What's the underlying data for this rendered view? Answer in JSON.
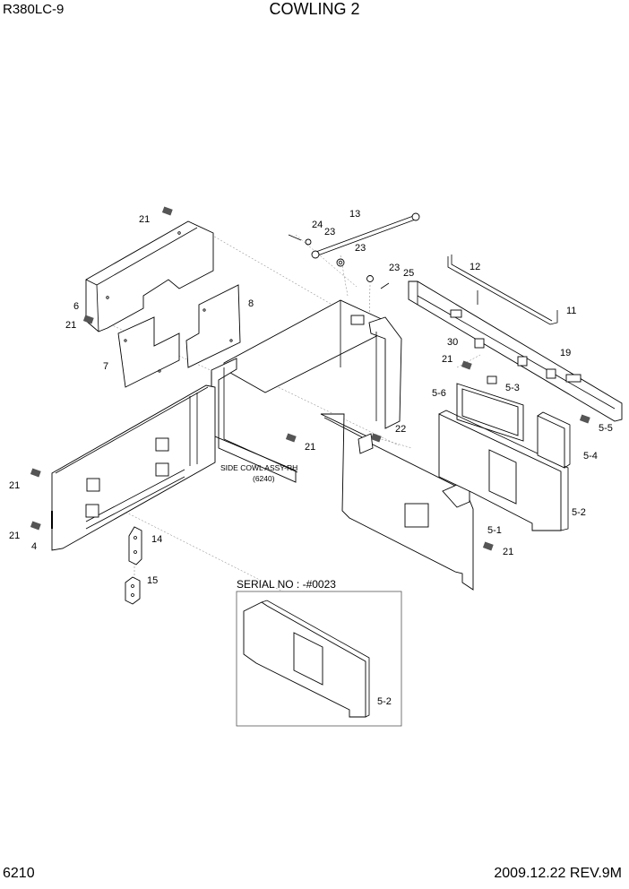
{
  "header": {
    "model": "R380LC-9",
    "title": "COWLING 2"
  },
  "footer": {
    "page": "6210",
    "revision": "2009.12.22 REV.9M"
  },
  "assembly_note": {
    "line1": "SIDE COWL ASSY-RH",
    "line2": "(6240)"
  },
  "serial_box": {
    "label": "SERIAL NO : -#0023",
    "part": "5-2"
  },
  "callouts": [
    "21",
    "6",
    "21",
    "7",
    "8",
    "13",
    "24",
    "23",
    "23",
    "23",
    "25",
    "12",
    "11",
    "30",
    "21",
    "19",
    "5-6",
    "5-3",
    "5-5",
    "5-4",
    "5-2",
    "5-1",
    "21",
    "22",
    "21",
    "21",
    "21",
    "4",
    "14",
    "15"
  ]
}
